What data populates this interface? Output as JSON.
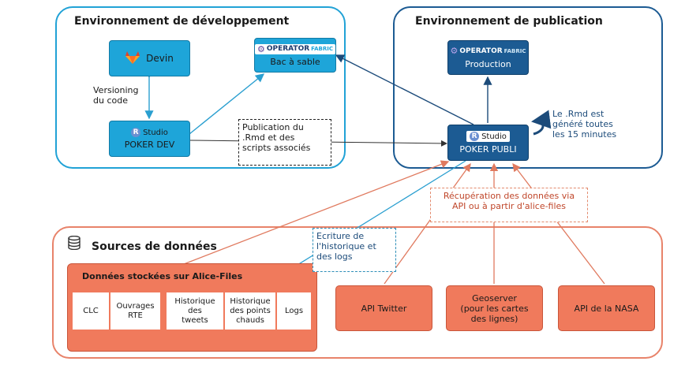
{
  "dev_env": {
    "title": "Environnement de développement",
    "devin": "Devin",
    "sandbox_logo": "OPERATOR",
    "sandbox_logo_small": "FABRIC",
    "sandbox": "Bac à sable",
    "versioning": "Versioning\ndu code",
    "rstudio_label": "Studio",
    "poker_dev": "POKER DEV"
  },
  "pub_env": {
    "title": "Environnement de publication",
    "prod_logo": "OPERATOR",
    "prod_logo_small": "FABRIC",
    "production": "Production",
    "rstudio_label": "Studio",
    "poker_publi": "POKER PUBLI",
    "rmd_note": "Le .Rmd est\ngénéré toutes\nles 15 minutes"
  },
  "publication_note": "Publication du\n.Rmd et des\nscripts associés",
  "ecriture_note": "Ecriture de\nl'historique et\ndes logs",
  "recuperation_note": "Récupération des données via\nAPI ou à partir d'alice-files",
  "sources": {
    "title": "Sources de données",
    "alice_title": "Données stockées sur Alice-Files",
    "cells": [
      "CLC",
      "Ouvrages\nRTE",
      "Historique\ndes\ntweets",
      "Historique\ndes points\nchauds",
      "Logs"
    ],
    "api_twitter": "API Twitter",
    "geoserver": "Geoserver\n(pour les cartes\ndes lignes)",
    "api_nasa": "API de la NASA"
  },
  "colors": {
    "dev_frame": "#21a2d6",
    "pub_frame": "#1c5b93",
    "sources_frame": "#e8836a",
    "orange": "#f07a5c"
  }
}
